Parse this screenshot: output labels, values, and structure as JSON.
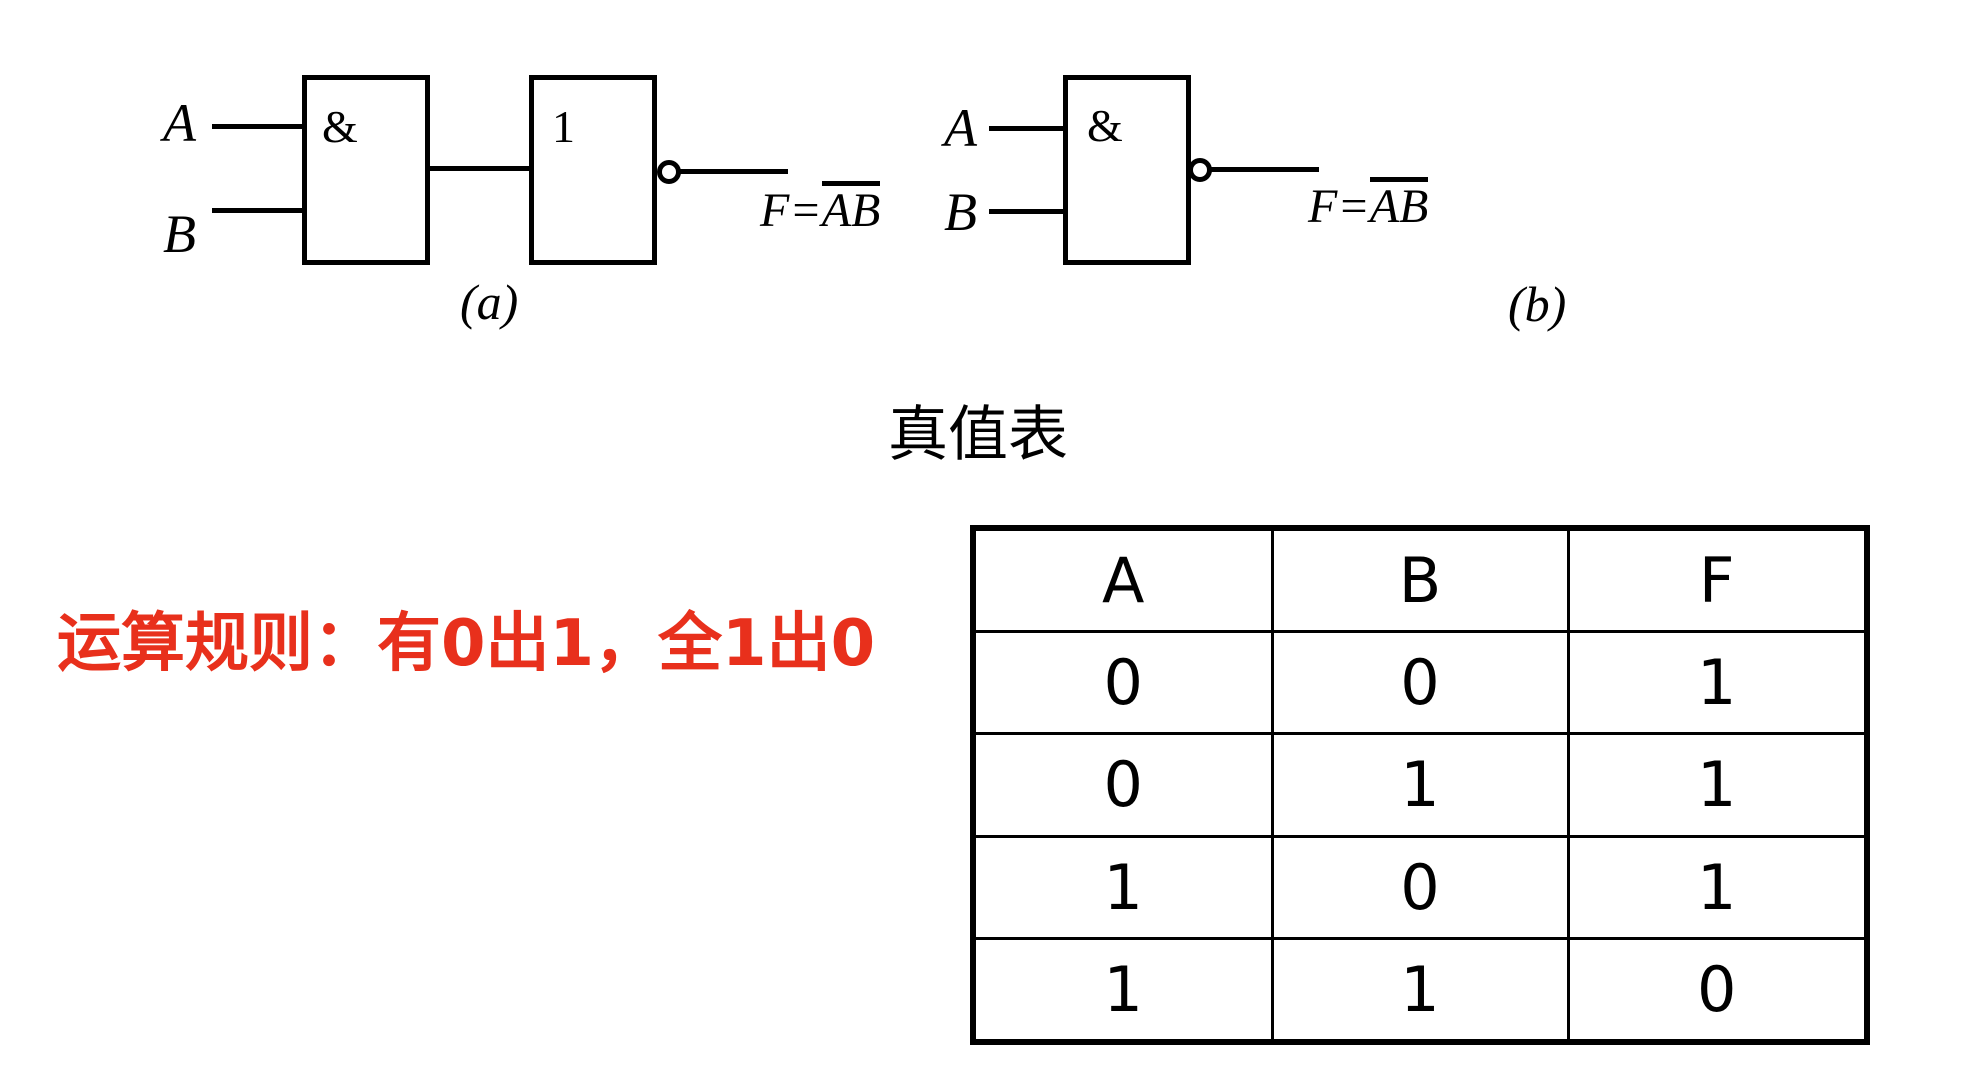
{
  "diagrams": [
    {
      "id": "a",
      "caption": "(a)",
      "inputs": [
        {
          "label": "A"
        },
        {
          "label": "B"
        }
      ],
      "gates": [
        {
          "symbol": "&",
          "type": "and-gate",
          "inverted": false
        },
        {
          "symbol": "1",
          "type": "not-gate",
          "inverted": true
        }
      ],
      "output": {
        "prefix": "F=",
        "overlined": "AB",
        "full": "F=AB̅"
      }
    },
    {
      "id": "b",
      "caption": "(b)",
      "inputs": [
        {
          "label": "A"
        },
        {
          "label": "B"
        }
      ],
      "gates": [
        {
          "symbol": "&",
          "type": "nand-gate",
          "inverted": true
        }
      ],
      "output": {
        "prefix": "F=",
        "overlined": "AB",
        "full": "F=AB̅"
      }
    }
  ],
  "truth_table": {
    "title": "真值表",
    "columns": [
      "A",
      "B",
      "F"
    ],
    "rows": [
      [
        "0",
        "0",
        "1"
      ],
      [
        "0",
        "1",
        "1"
      ],
      [
        "1",
        "0",
        "1"
      ],
      [
        "1",
        "1",
        "0"
      ]
    ]
  },
  "rule": {
    "text": "运算规则：有0出1，全1出0",
    "color": "#e8301c"
  },
  "symbols": {
    "and": "&",
    "one": "1"
  }
}
